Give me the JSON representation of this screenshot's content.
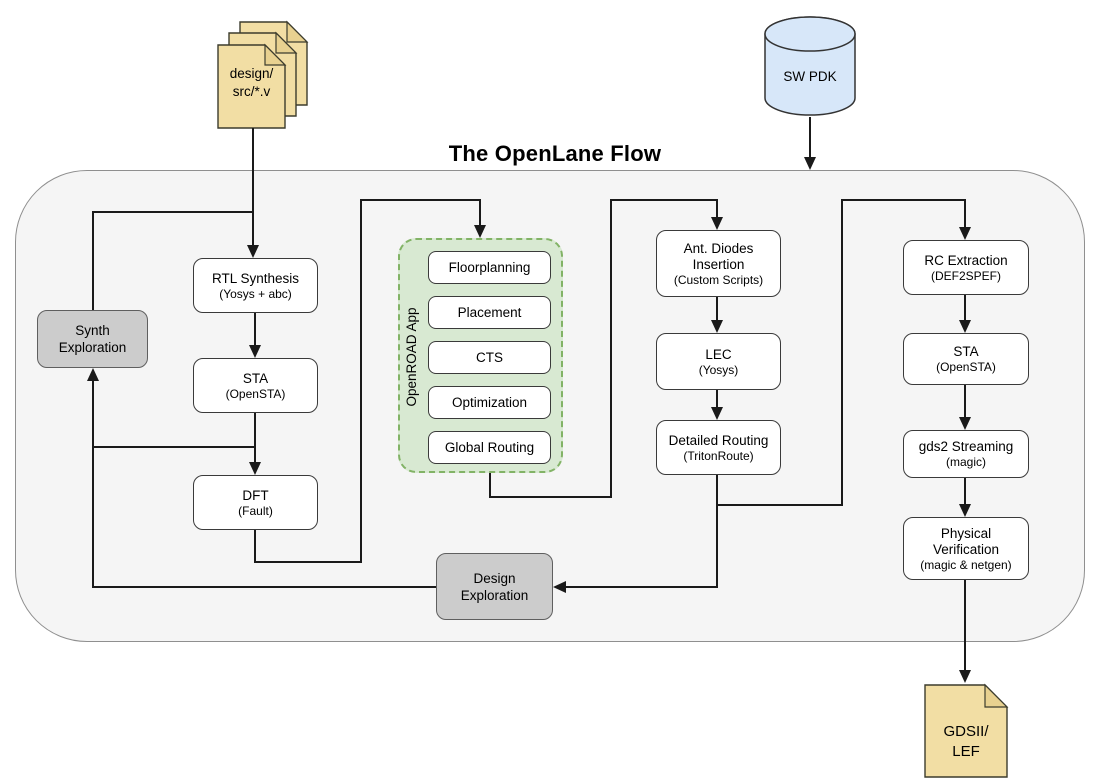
{
  "title": "The OpenLane Flow",
  "inputs": {
    "design_sources": {
      "line1": "design/",
      "line2": "src/*.v"
    },
    "pdk": {
      "label": "SW PDK"
    }
  },
  "synthesis": {
    "rtl": {
      "title": "RTL Synthesis",
      "tool": "(Yosys + abc)"
    },
    "sta": {
      "title": "STA",
      "tool": "(OpenSTA)"
    },
    "dft": {
      "title": "DFT",
      "tool": "(Fault)"
    },
    "exploration": {
      "label": "Synth Exploration"
    }
  },
  "openroad": {
    "label": "OpenROAD App",
    "steps": [
      "Floorplanning",
      "Placement",
      "CTS",
      "Optimization",
      "Global Routing"
    ]
  },
  "routing_signoff": {
    "ant_diodes": {
      "title": "Ant. Diodes Insertion",
      "tool": "(Custom Scripts)"
    },
    "lec": {
      "title": "LEC",
      "tool": "(Yosys)"
    },
    "detailed_routing": {
      "title": "Detailed Routing",
      "tool": "(TritonRoute)"
    }
  },
  "design_exploration": {
    "label": "Design Exploration"
  },
  "final_signoff": {
    "rc_extraction": {
      "title": "RC Extraction",
      "tool": "(DEF2SPEF)"
    },
    "sta": {
      "title": "STA",
      "tool": "(OpenSTA)"
    },
    "gds2_streaming": {
      "title": "gds2 Streaming",
      "tool": "(magic)"
    },
    "physical_verification": {
      "title": "Physical Verification",
      "tool": "(magic & netgen)"
    }
  },
  "output": {
    "gdsii": {
      "line1": "GDSII/",
      "line2": "LEF"
    }
  },
  "colors": {
    "document_fill": "#F2DEA4",
    "document_fold": "#E8D190",
    "database_fill": "#D7E7F9",
    "flow_container_fill": "#F5F5F5",
    "openroad_fill": "#D8E9D2",
    "openroad_border": "#82B366",
    "exploration_fill": "#CCCCCC",
    "node_fill": "#FFFFFF",
    "line_color": "#1A1A1A"
  }
}
